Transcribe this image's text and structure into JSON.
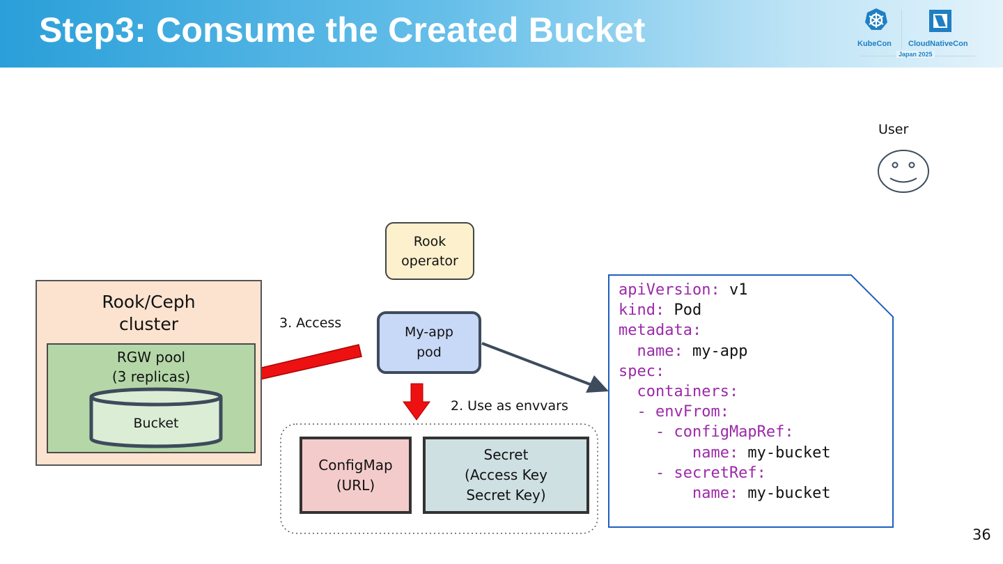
{
  "header": {
    "title": "Step3: Consume the Created Bucket",
    "logos": {
      "kubecon": "KubeCon",
      "cncf": "CloudNativeCon",
      "event": "Japan 2025"
    }
  },
  "diagram": {
    "user_label": "User",
    "rook_operator": "Rook\noperator",
    "cluster_title": "Rook/Ceph\ncluster",
    "pool_title": "RGW pool\n(3 replicas)",
    "bucket": "Bucket",
    "myapp_pod": "My-app\npod",
    "access_label": "3. Access",
    "envvars_label": "2. Use as envvars",
    "configmap": "ConfigMap\n(URL)",
    "secret": "Secret\n(Access Key\nSecret Key)",
    "colors": {
      "cluster_fill": "#fbe3cf",
      "pool_fill": "#b5d7a8",
      "bucket_fill": "#dcedd6",
      "rook_fill": "#fdf0cc",
      "pod_fill": "#c8d9f7",
      "configmap_fill": "#f4cbcb",
      "secret_fill": "#cfe0e3",
      "red_arrow": "#ee1111",
      "dark_arrow": "#3d4b5c",
      "doc_border": "#1f5fbf",
      "yaml_key": "#9b2aa8"
    }
  },
  "yaml": {
    "lines": [
      {
        "k": "apiVersion:",
        "v": " v1"
      },
      {
        "k": "kind:",
        "v": " Pod"
      },
      {
        "k": "metadata:",
        "v": ""
      },
      {
        "k": "  name:",
        "v": " my-app"
      },
      {
        "k": "spec:",
        "v": ""
      },
      {
        "k": "  containers:",
        "v": ""
      },
      {
        "k": "  - envFrom:",
        "v": ""
      },
      {
        "k": "    - configMapRef:",
        "v": ""
      },
      {
        "k": "        name:",
        "v": " my-bucket"
      },
      {
        "k": "    - secretRef:",
        "v": ""
      },
      {
        "k": "        name:",
        "v": " my-bucket"
      }
    ]
  },
  "page_number": "36"
}
